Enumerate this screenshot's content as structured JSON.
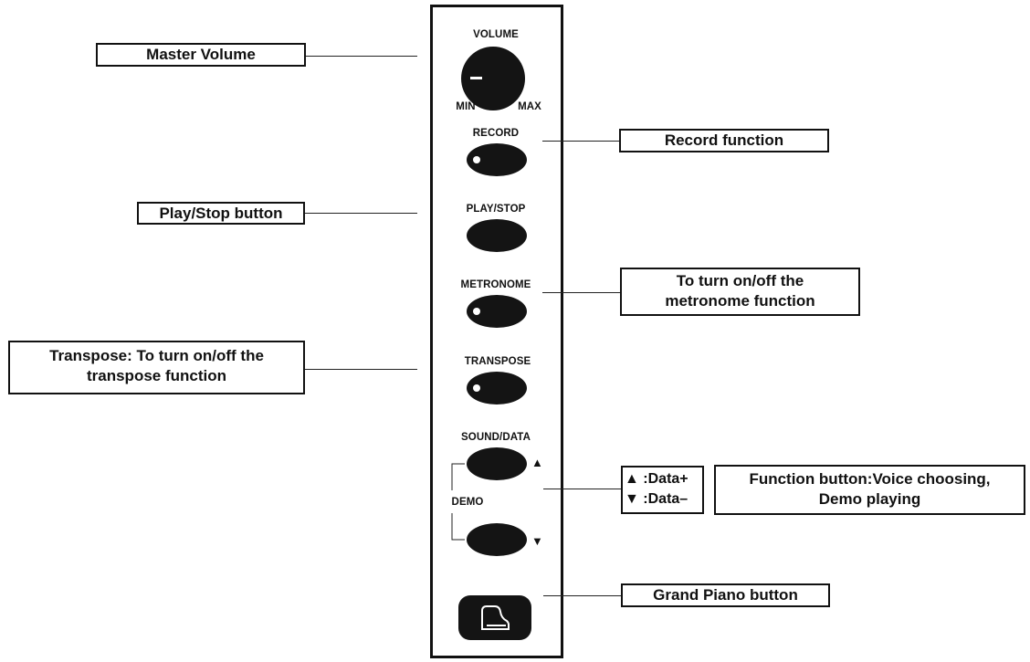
{
  "panel_labels": {
    "volume": "VOLUME",
    "min": "MIN",
    "max": "MAX",
    "record": "RECORD",
    "play_stop": "PLAY/STOP",
    "metronome": "METRONOME",
    "transpose": "TRANSPOSE",
    "sound_data": "SOUND/DATA",
    "demo": "DEMO",
    "up_arrow": "▲",
    "down_arrow": "▼"
  },
  "callouts": {
    "master_volume": "Master Volume",
    "record": "Record function",
    "play_stop": "Play/Stop button",
    "metronome_line1": "To turn on/off the",
    "metronome_line2": "metronome function",
    "transpose_line1": "Transpose: To turn on/off the",
    "transpose_line2": "transpose function",
    "data_plus": "▲ :Data+",
    "data_minus": "▼ :Data–",
    "function_line1": "Function button:Voice choosing,",
    "function_line2": "Demo playing",
    "grand_piano": "Grand Piano button"
  },
  "icons": {
    "grand_piano_button": "grand-piano-icon",
    "volume_knob": "knob-indicator"
  }
}
